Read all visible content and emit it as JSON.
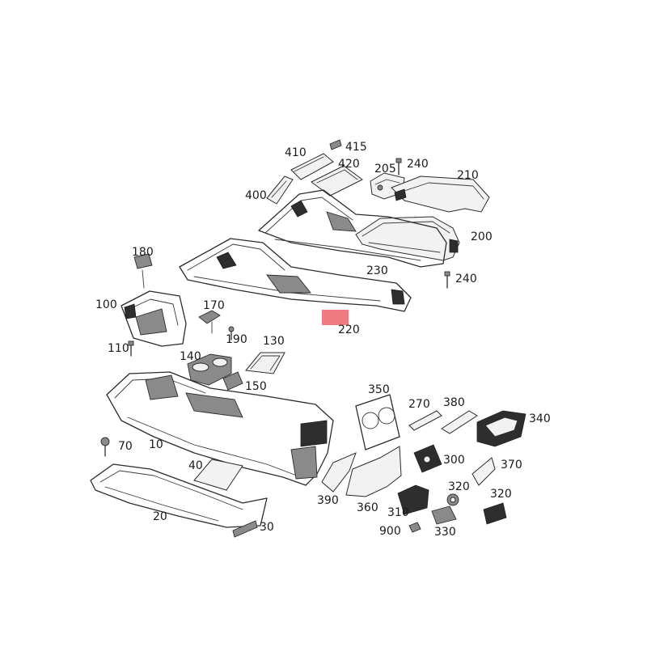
{
  "diagram": {
    "highlight_color": "#f07a80",
    "line_color": "#2b2b2b",
    "labels": [
      {
        "key": "p415",
        "text": "415"
      },
      {
        "key": "p410",
        "text": "410"
      },
      {
        "key": "p420",
        "text": "420"
      },
      {
        "key": "p205",
        "text": "205"
      },
      {
        "key": "p240a",
        "text": "240"
      },
      {
        "key": "p210",
        "text": "210"
      },
      {
        "key": "p400",
        "text": "400"
      },
      {
        "key": "p200",
        "text": "200"
      },
      {
        "key": "p180",
        "text": "180"
      },
      {
        "key": "p230",
        "text": "230"
      },
      {
        "key": "p240b",
        "text": "240"
      },
      {
        "key": "p100",
        "text": "100"
      },
      {
        "key": "p170",
        "text": "170"
      },
      {
        "key": "p220",
        "text": "220"
      },
      {
        "key": "p190",
        "text": "190"
      },
      {
        "key": "p130",
        "text": "130"
      },
      {
        "key": "p110",
        "text": "110"
      },
      {
        "key": "p140",
        "text": "140"
      },
      {
        "key": "p150",
        "text": "150"
      },
      {
        "key": "p350",
        "text": "350"
      },
      {
        "key": "p270",
        "text": "270"
      },
      {
        "key": "p380",
        "text": "380"
      },
      {
        "key": "p340",
        "text": "340"
      },
      {
        "key": "p70",
        "text": "70"
      },
      {
        "key": "p10",
        "text": "10"
      },
      {
        "key": "p300",
        "text": "300"
      },
      {
        "key": "p370",
        "text": "370"
      },
      {
        "key": "p40",
        "text": "40"
      },
      {
        "key": "p320a",
        "text": "320"
      },
      {
        "key": "p390",
        "text": "390"
      },
      {
        "key": "p360",
        "text": "360"
      },
      {
        "key": "p310",
        "text": "310"
      },
      {
        "key": "p320b",
        "text": "320"
      },
      {
        "key": "p20",
        "text": "20"
      },
      {
        "key": "p900",
        "text": "900"
      },
      {
        "key": "p330",
        "text": "330"
      },
      {
        "key": "p30",
        "text": "30"
      }
    ]
  }
}
